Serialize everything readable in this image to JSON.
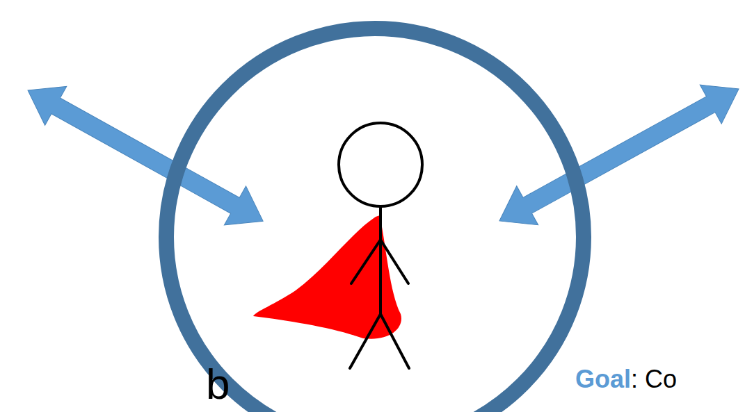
{
  "diagram": {
    "labels": [
      "b",
      "Goal",
      ": Co"
    ]
  }
}
